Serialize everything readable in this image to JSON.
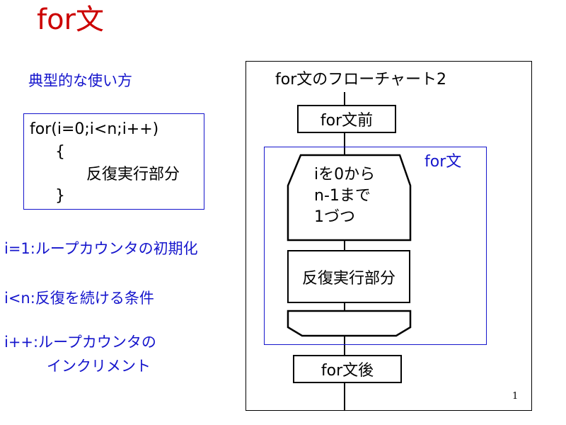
{
  "slide": {
    "title": "for文",
    "subheading": "典型的な使い方",
    "code": {
      "line1": "for(i=0;i<n;i++)",
      "line2": "{",
      "line3": "反復実行部分",
      "line4": "}"
    },
    "notes": [
      "i=1:ループカウンタの初期化",
      "i<n:反復を続ける条件",
      "i++:ループカウンタの",
      "インクリメント"
    ],
    "page_number": "1"
  },
  "flowchart": {
    "title": "for文のフローチャート2",
    "before": "for文前",
    "loop_label": "for文",
    "loop_start": [
      "iを0から",
      "n-1まで",
      "1づつ"
    ],
    "body": "反復実行部分",
    "after": "for文後"
  },
  "colors": {
    "title": "#cc0000",
    "text_blue": "#1515cc",
    "line": "#000000"
  }
}
